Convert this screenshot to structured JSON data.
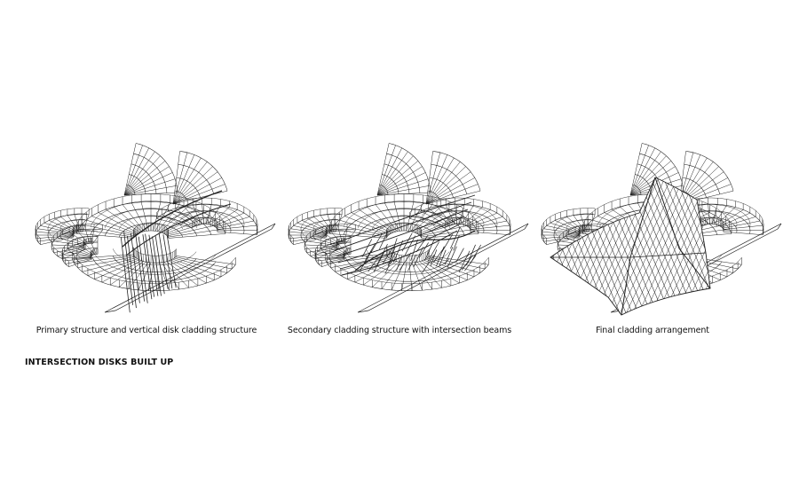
{
  "panels": [
    {
      "caption": "Primary structure and vertical disk cladding structure"
    },
    {
      "caption": "Secondary cladding structure with intersection beams"
    },
    {
      "caption": "Final cladding arrangement"
    }
  ],
  "section_title": "INTERSECTION DISKS BUILT UP",
  "colors": {
    "line": "#222222",
    "background": "#ffffff"
  }
}
